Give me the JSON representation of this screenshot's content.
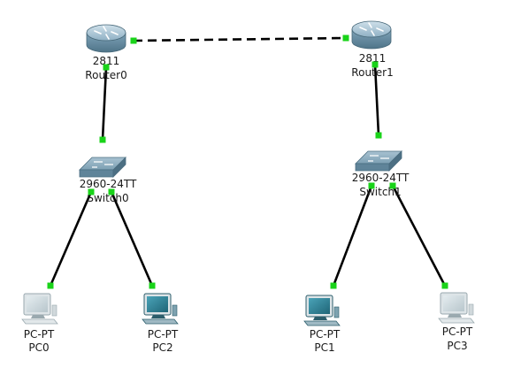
{
  "topology": {
    "devices": [
      {
        "id": "router0",
        "kind": "router",
        "model": "2811",
        "name": "Router0"
      },
      {
        "id": "router1",
        "kind": "router",
        "model": "2811",
        "name": "Router1"
      },
      {
        "id": "switch0",
        "kind": "switch",
        "model": "2960-24TT",
        "name": "Switch0"
      },
      {
        "id": "switch1",
        "kind": "switch",
        "model": "2960-24TT",
        "name": "Switch1"
      },
      {
        "id": "pc0",
        "kind": "pc",
        "model": "PC-PT",
        "name": "PC0",
        "screen": "off"
      },
      {
        "id": "pc2",
        "kind": "pc",
        "model": "PC-PT",
        "name": "PC2",
        "screen": "on"
      },
      {
        "id": "pc1",
        "kind": "pc",
        "model": "PC-PT",
        "name": "PC1",
        "screen": "on"
      },
      {
        "id": "pc3",
        "kind": "pc",
        "model": "PC-PT",
        "name": "PC3",
        "screen": "off"
      }
    ],
    "links": [
      {
        "from": "router0",
        "to": "router1",
        "style": "dashed"
      },
      {
        "from": "router0",
        "to": "switch0",
        "style": "solid"
      },
      {
        "from": "router1",
        "to": "switch1",
        "style": "solid"
      },
      {
        "from": "switch0",
        "to": "pc0",
        "style": "solid"
      },
      {
        "from": "switch0",
        "to": "pc2",
        "style": "solid"
      },
      {
        "from": "switch1",
        "to": "pc1",
        "style": "solid"
      },
      {
        "from": "switch1",
        "to": "pc3",
        "style": "solid"
      }
    ],
    "colors": {
      "link": "#000000",
      "port_up": "#19d319",
      "router_body": "#7fa3b8",
      "switch_body": "#6f95ab",
      "pc_on": "#2f7f93",
      "pc_off": "#b8c6cc"
    }
  }
}
